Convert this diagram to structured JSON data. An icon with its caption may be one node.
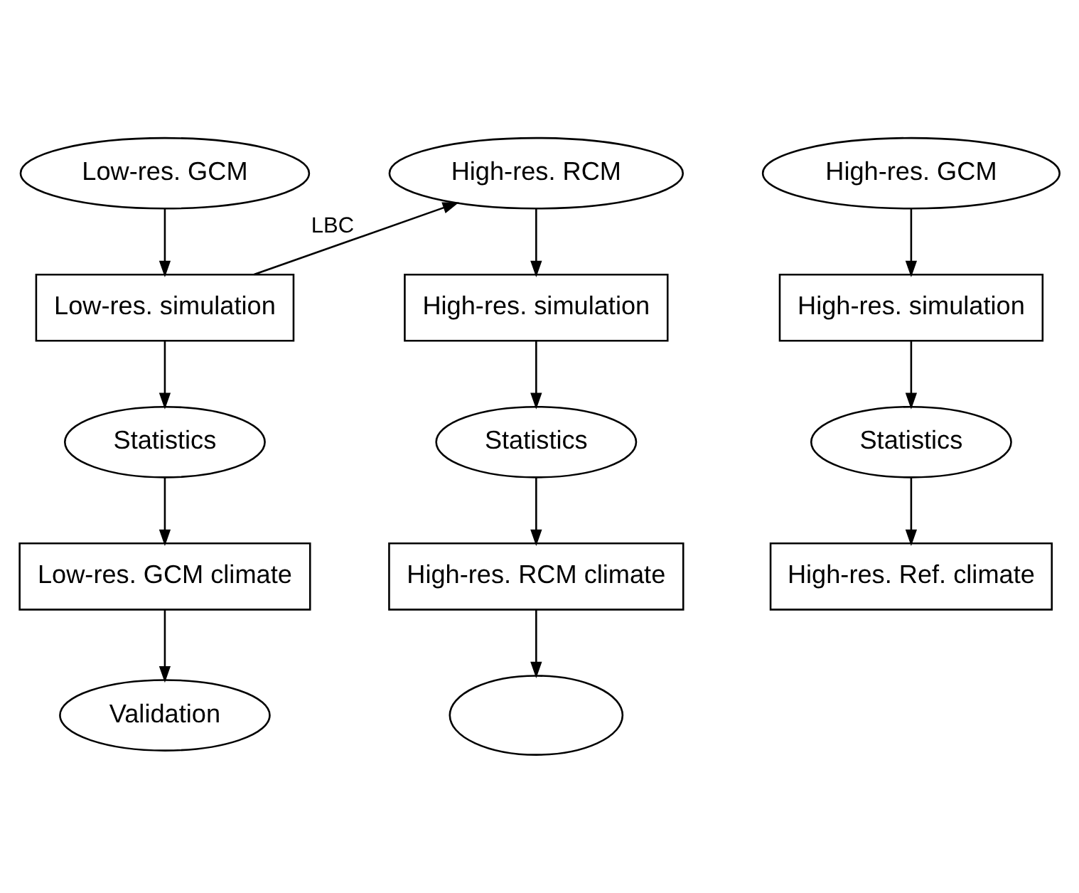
{
  "diagram": {
    "nodes": [
      {
        "text": [
          "Low-res. GCM"
        ]
      },
      {
        "text": [
          "High-res. RCM"
        ]
      },
      {
        "text": [
          "High-res. GCM"
        ]
      },
      {
        "text": [
          "Low-res. simulation"
        ]
      },
      {
        "text": [
          "High-res. simulation"
        ]
      },
      {
        "text": [
          "High-res. simulation"
        ]
      },
      {
        "text": [
          "Statistics"
        ]
      },
      {
        "text": [
          "Statistics"
        ]
      },
      {
        "text": [
          "Statistics"
        ]
      },
      {
        "text": [
          "Low-res. GCM climate"
        ]
      },
      {
        "text": [
          "High-res. RCM climate"
        ]
      },
      {
        "text": [
          "High-res. Ref. climate"
        ]
      },
      {
        "text": [
          "Validation"
        ]
      },
      {
        "text": [],
        "shape": "ellipse"
      }
    ],
    "edges": [
      {
        "from": 0,
        "to": 3,
        "arrow": "to"
      },
      {
        "from": 1,
        "to": 4,
        "arrow": "to"
      },
      {
        "from": 2,
        "to": 5,
        "arrow": "to"
      },
      {
        "from": 3,
        "to": 1,
        "arrow": "to",
        "label": "LBC"
      },
      {
        "from": 3,
        "to": 6,
        "arrow": "to"
      },
      {
        "from": 4,
        "to": 7,
        "arrow": "to"
      },
      {
        "from": 5,
        "to": 8,
        "arrow": "to"
      },
      {
        "from": 6,
        "to": 9,
        "arrow": "to"
      },
      {
        "from": 7,
        "to": 10,
        "arrow": "to"
      },
      {
        "from": 8,
        "to": 11,
        "arrow": "to"
      },
      {
        "from": 9,
        "to": 12,
        "arrow": "to"
      },
      {
        "from": 10,
        "to": 13,
        "arrow": "to"
      }
    ]
  }
}
